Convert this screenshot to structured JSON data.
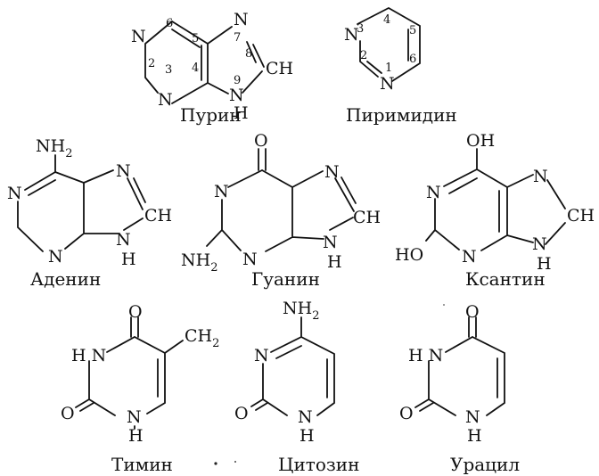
{
  "figure": {
    "purine": {
      "name": "Пурин",
      "atoms": {
        "n1": "N",
        "n3": "N",
        "n7": "N",
        "n9": "N",
        "h9": "H",
        "ch8": "CH"
      },
      "numbers": {
        "p2": "2",
        "p3": "3",
        "p4": "4",
        "p5": "5",
        "p6": "6",
        "p7": "7",
        "p8": "8",
        "p9": "9"
      }
    },
    "pyrimidine": {
      "name": "Пиримидин",
      "atoms": {
        "n1": "N",
        "n3": "N"
      },
      "numbers": {
        "p1": "1",
        "p2": "2",
        "p3": "3",
        "p4": "4",
        "p5": "5",
        "p6": "6"
      }
    },
    "adenine": {
      "name": "Аденин",
      "atoms": {
        "nh2": "NH",
        "nh2_sub": "2",
        "n1": "N",
        "n3": "N",
        "n7": "N",
        "n9": "N",
        "h9": "H",
        "ch8": "CH"
      }
    },
    "guanine": {
      "name": "Гуанин",
      "atoms": {
        "o6": "O",
        "n1": "N",
        "n3": "N",
        "n7": "N",
        "n9": "N",
        "h9": "H",
        "ch8": "CH",
        "nh2": "NH",
        "nh2_sub": "2"
      }
    },
    "xanthine": {
      "name": "Ксантин",
      "atoms": {
        "oh6": "OH",
        "ho2": "HO",
        "n1": "N",
        "n3": "N",
        "n7": "N",
        "n9": "N",
        "h9": "H",
        "ch8": "CH"
      }
    },
    "thymine": {
      "name": "Тимин",
      "atoms": {
        "o4": "O",
        "ch3": "CH",
        "ch3_sub": "2",
        "hn3": "H N",
        "o2": "O",
        "n1": "N",
        "h1": "H"
      }
    },
    "cytosine": {
      "name": "Цитозин",
      "atoms": {
        "nh2": "NH",
        "nh2_sub": "2",
        "n3": "N",
        "o2": "O",
        "n1": "N",
        "h1": "H"
      }
    },
    "uracil": {
      "name": "Урацил",
      "atoms": {
        "o4": "O",
        "hn3": "H N",
        "o2": "O",
        "n1": "N",
        "h1": "H"
      }
    }
  }
}
